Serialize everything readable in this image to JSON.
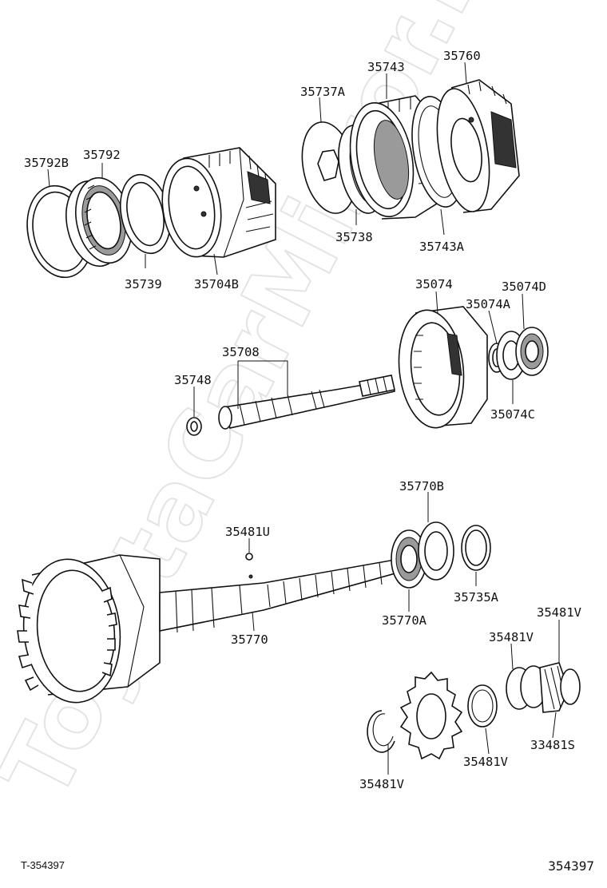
{
  "watermark": "ToyotaCarMirror.ru",
  "footer": {
    "left_code": "T-354397",
    "right_code": "354397"
  },
  "parts": [
    {
      "id": "p35792B",
      "label": "35792B"
    },
    {
      "id": "p35792",
      "label": "35792"
    },
    {
      "id": "p35739",
      "label": "35739"
    },
    {
      "id": "p35704B",
      "label": "35704B"
    },
    {
      "id": "p35737A",
      "label": "35737A"
    },
    {
      "id": "p35743",
      "label": "35743"
    },
    {
      "id": "p35760",
      "label": "35760"
    },
    {
      "id": "p35738",
      "label": "35738"
    },
    {
      "id": "p35743A",
      "label": "35743A"
    },
    {
      "id": "p35074",
      "label": "35074"
    },
    {
      "id": "p35074D",
      "label": "35074D"
    },
    {
      "id": "p35074A",
      "label": "35074A"
    },
    {
      "id": "p35074C",
      "label": "35074C"
    },
    {
      "id": "p35708",
      "label": "35708"
    },
    {
      "id": "p35748",
      "label": "35748"
    },
    {
      "id": "p35770B",
      "label": "35770B"
    },
    {
      "id": "p35481U",
      "label": "35481U"
    },
    {
      "id": "p35735A",
      "label": "35735A"
    },
    {
      "id": "p35770A",
      "label": "35770A"
    },
    {
      "id": "p35770",
      "label": "35770"
    },
    {
      "id": "p35481V_a",
      "label": "35481V"
    },
    {
      "id": "p35481V_b",
      "label": "35481V"
    },
    {
      "id": "p33481S",
      "label": "33481S"
    },
    {
      "id": "p35481V_c",
      "label": "35481V"
    },
    {
      "id": "p35481V_d",
      "label": "35481V"
    }
  ]
}
